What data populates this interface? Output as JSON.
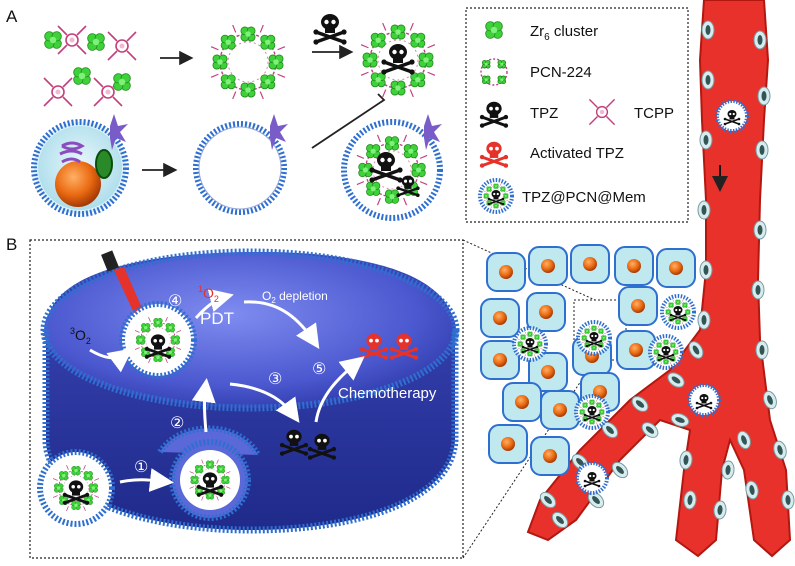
{
  "panels": {
    "a": "A",
    "b": "B"
  },
  "legend": {
    "zr6_main": "Zr",
    "zr6_sub": "6",
    "zr6_rest": " cluster",
    "pcn": "PCN-224",
    "tpz": "TPZ",
    "tcpp": "TCPP",
    "activated_tpz": "Activated TPZ",
    "composite": "TPZ@PCN@Mem"
  },
  "cell": {
    "o2_triplet_sup": "3",
    "o2_triplet": "O",
    "o2_triplet_sub": "2",
    "o2_singlet_sup": "1",
    "o2_singlet": "O",
    "o2_singlet_sub": "2",
    "pdt": "PDT",
    "depletion_pre": "O",
    "depletion_sub": "2",
    "depletion_post": " depletion",
    "chemo": "Chemotherapy",
    "steps": [
      "①",
      "②",
      "③",
      "④",
      "⑤"
    ]
  },
  "colors": {
    "vessel": "#e8312b",
    "cell_fill": "#5a68d8",
    "membrane": "#2f6fd0",
    "zr6": "#3fd13a",
    "tcpp": "#c2407d",
    "activated": "#e5322a",
    "tumor_cell": "#bfe8ef",
    "nucleus": "#e86a12"
  }
}
